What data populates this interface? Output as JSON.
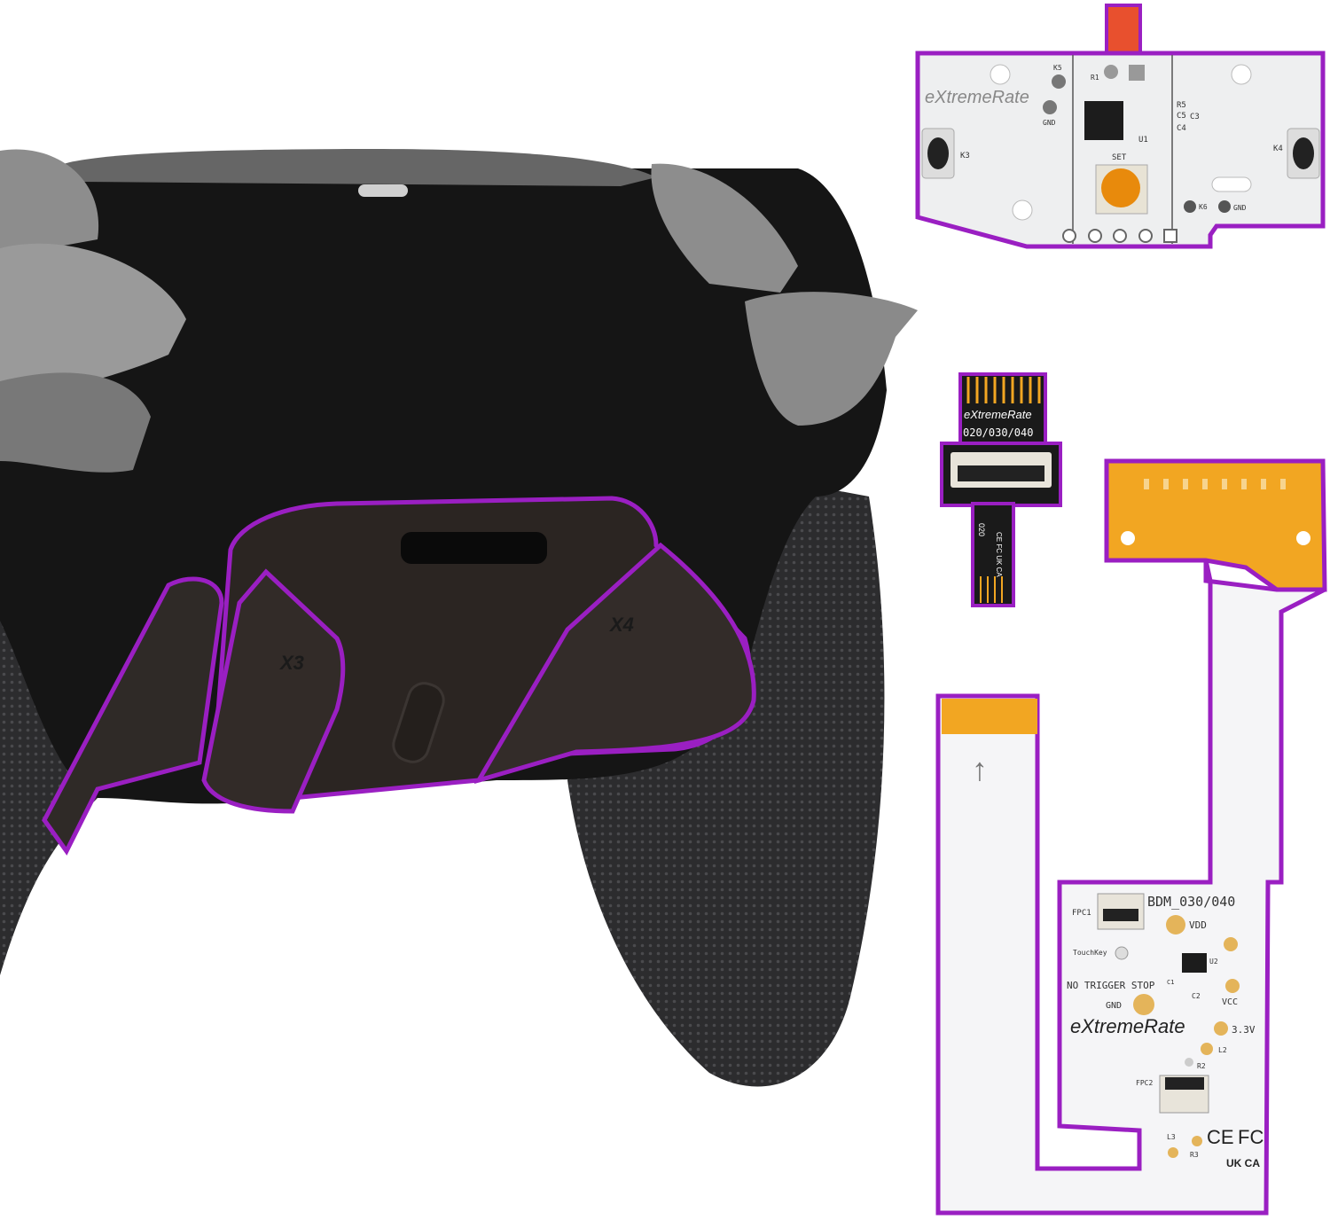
{
  "colors": {
    "outline": "#9a1fc2",
    "controller_body": "#141414",
    "grip": "#2a2a2c",
    "trigger": "#8d8d8d",
    "paddle": "#2b2522",
    "pcb": "#eeeff0",
    "flex_gold": "#f2a622",
    "button_orange": "#e88a0c",
    "pad_gold": "#e4b45a"
  },
  "controller": {
    "paddle_left_label": "X3",
    "paddle_right_label": "X4"
  },
  "main_board": {
    "brand": "eXtremeRate",
    "labels": [
      "K5",
      "GND",
      "R1",
      "R5",
      "C5",
      "C4",
      "C3",
      "U1",
      "K3",
      "K4",
      "SET",
      "K6",
      "GND"
    ]
  },
  "ribbon": {
    "brand": "eXtremeRate",
    "model": "020/030/040",
    "side_text": "020",
    "marks": "CE FC UK CA"
  },
  "flex_board": {
    "model": "BDM_030/040",
    "brand": "eXtremeRate",
    "labels": {
      "fpc1": "FPC1",
      "vdd": "VDD",
      "touchkey": "TouchKey",
      "u2": "U2",
      "c1": "C1",
      "no_trigger_stop": "NO TRIGGER STOP",
      "c2": "C2",
      "gnd": "GND",
      "vcc": "VCC",
      "v33": "3.3V",
      "l2": "L2",
      "r2": "R2",
      "fpc2": "FPC2",
      "l3": "L3",
      "r3": "R3",
      "ce": "CE",
      "fc": "FC",
      "ukca": "UK CA"
    },
    "arrow": "↑"
  }
}
